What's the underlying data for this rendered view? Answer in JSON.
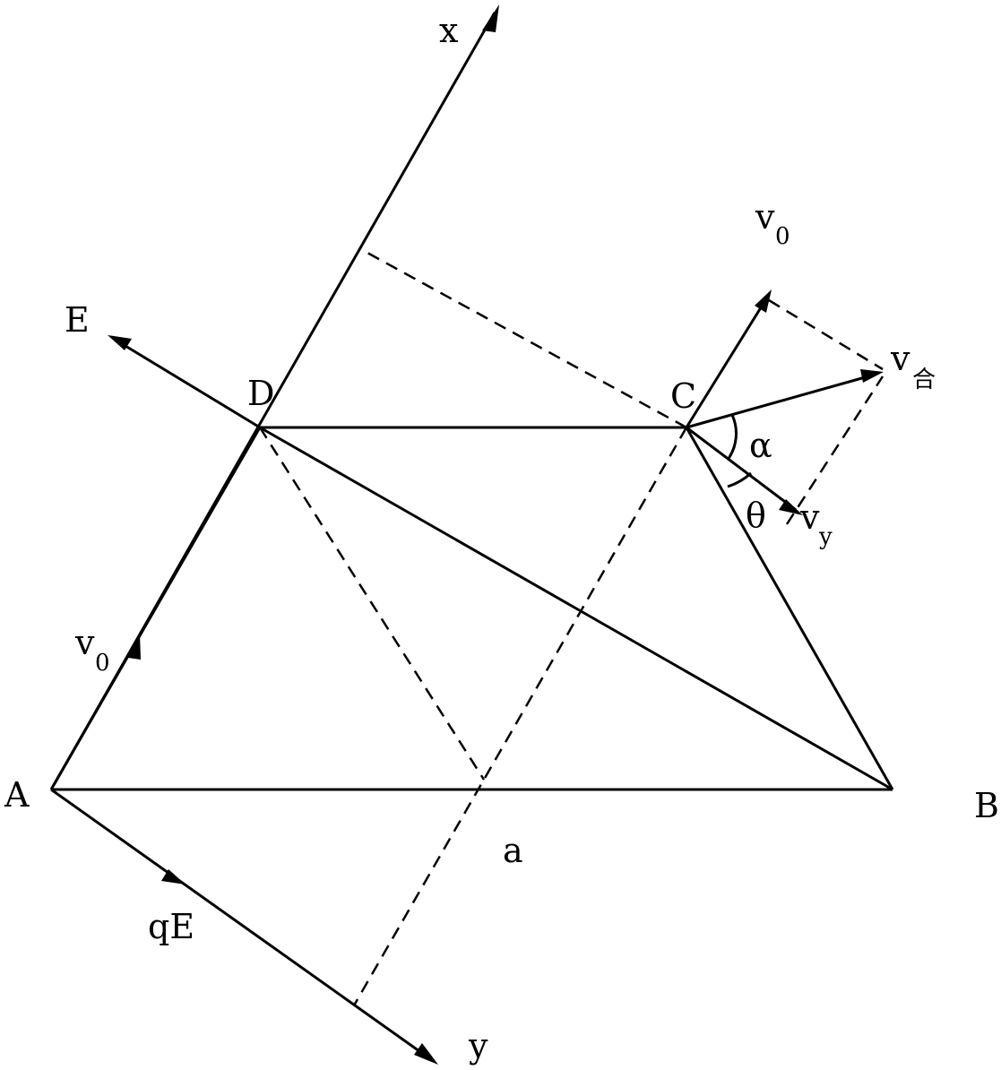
{
  "labels": {
    "x_axis": "x",
    "y_axis": "y",
    "field": "E",
    "point_a": "A",
    "point_b": "B",
    "point_c": "C",
    "point_d": "D",
    "side_length": "a",
    "force": "qE",
    "velocity_initial": "v",
    "velocity_initial_sub": "0",
    "velocity_initial_c": "v",
    "velocity_initial_c_sub": "0",
    "velocity_y": "v",
    "velocity_y_sub": "y",
    "velocity_result": "v",
    "velocity_result_sub": "合",
    "angle_alpha": "α",
    "angle_theta": "θ"
  }
}
